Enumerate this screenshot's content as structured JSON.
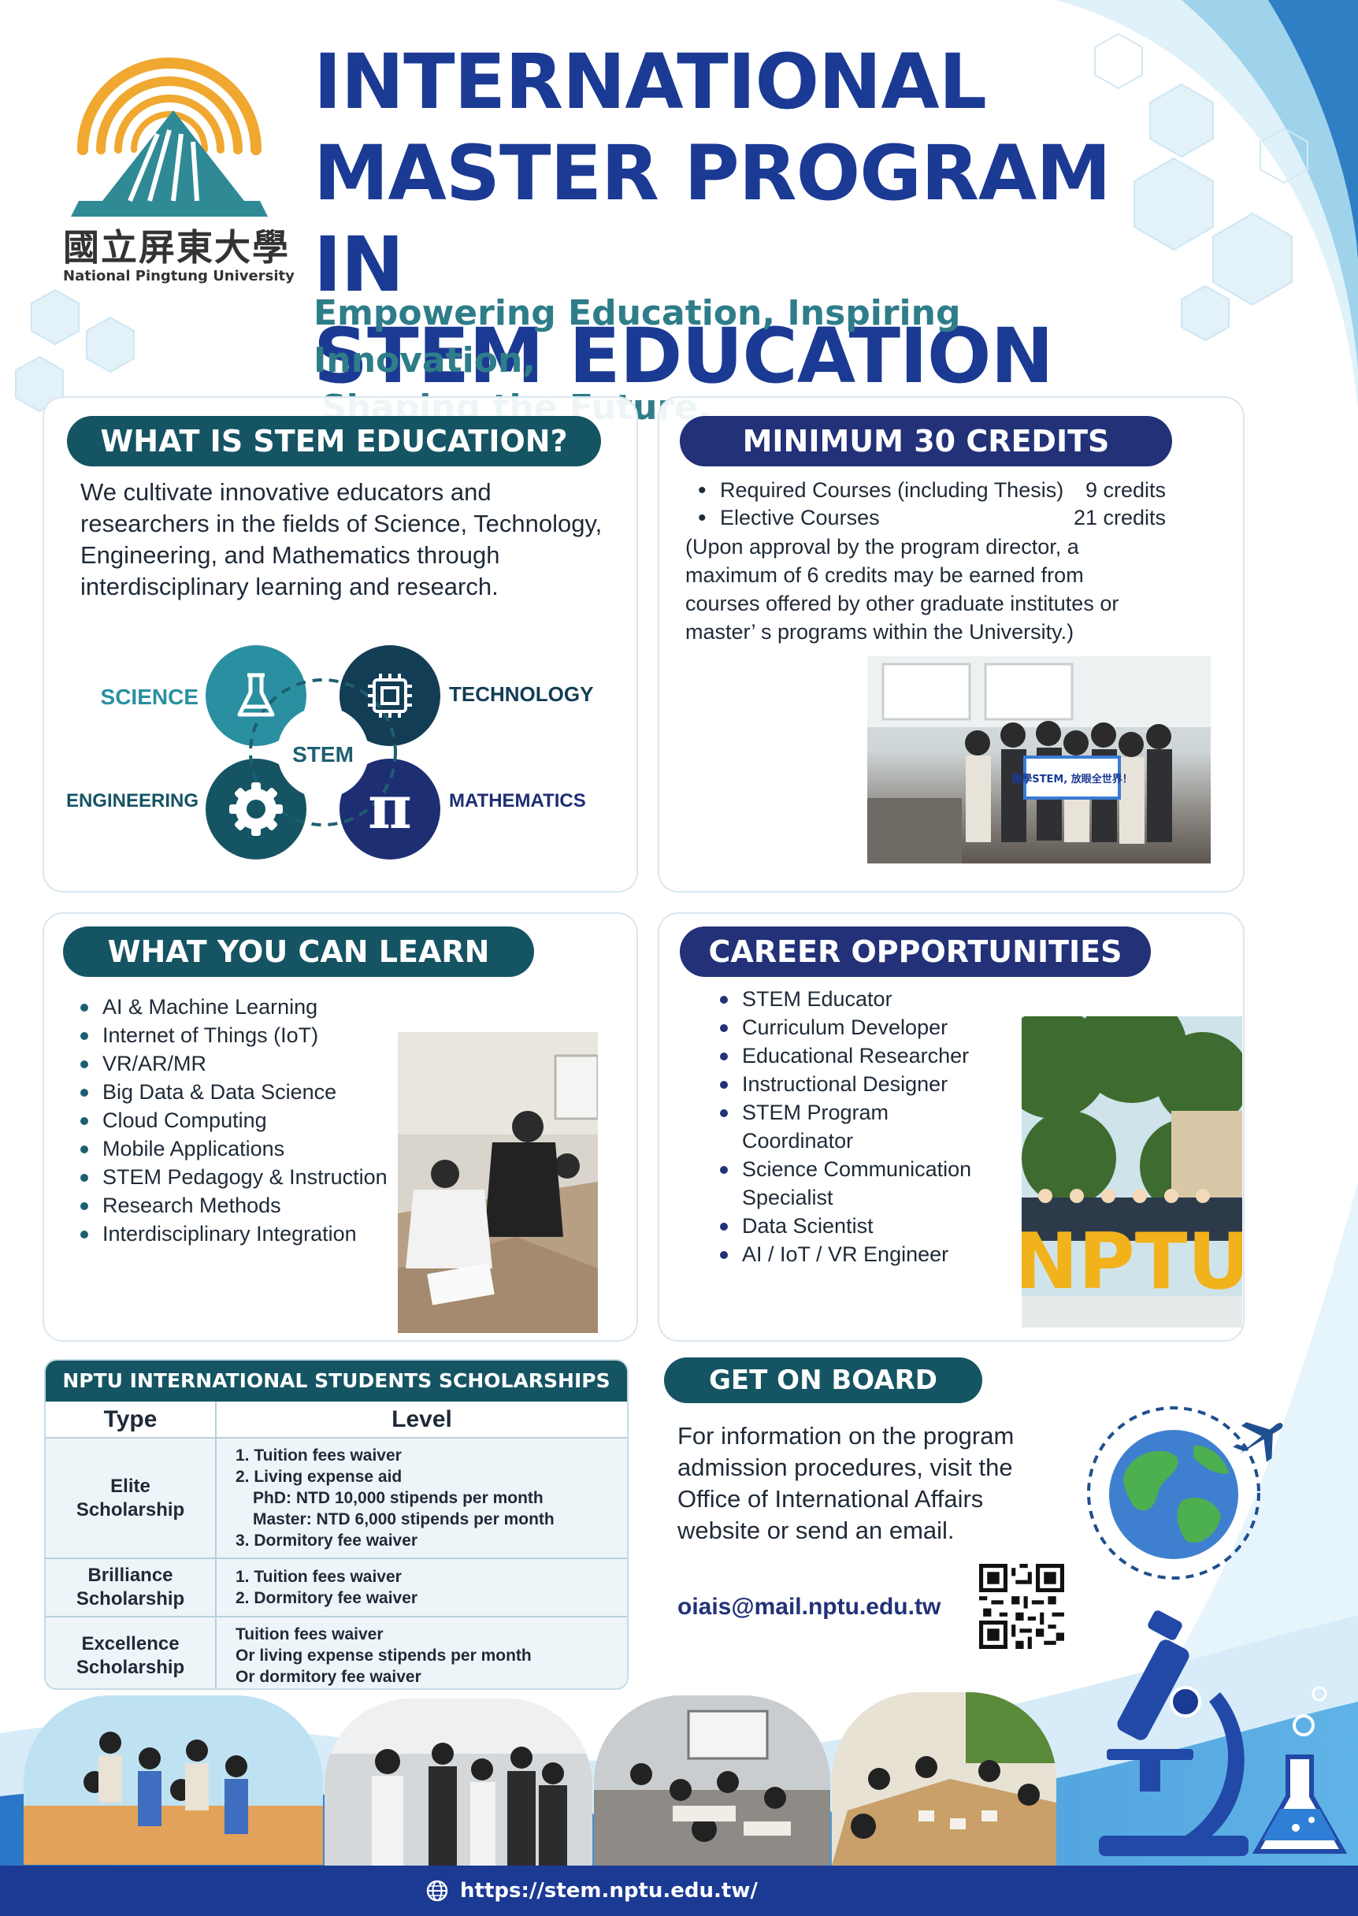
{
  "header": {
    "university_chinese": "國立屏東大學",
    "university_english": "National Pingtung University",
    "title_lines": [
      "INTERNATIONAL",
      "MASTER PROGRAM IN",
      "STEM EDUCATION"
    ],
    "subtitle_lines": [
      "Empowering Education, Inspiring Innovation,",
      "Shaping the Future."
    ]
  },
  "stem_card": {
    "heading": "WHAT IS STEM EDUCATION?",
    "description": "We cultivate innovative educators and researchers in the fields of Science, Technology, Engineering, and Mathematics through interdisciplinary learning and research.",
    "diagram": {
      "center": "STEM",
      "science": "SCIENCE",
      "technology": "TECHNOLOGY",
      "engineering": "ENGINEERING",
      "mathematics": "MATHEMATICS",
      "icons": [
        "flask-icon",
        "chip-icon",
        "gear-icon",
        "pi-icon"
      ]
    }
  },
  "credits_card": {
    "heading": "MINIMUM 30 CREDITS",
    "items": [
      {
        "label": "Required Courses (including Thesis)",
        "credits": "9 credits"
      },
      {
        "label": "Elective Courses",
        "credits": "21 credits"
      }
    ],
    "note": "(Upon approval by the program director, a maximum of 6 credits may be earned from courses offered by other graduate institutes or master’ s programs within the University.)",
    "photo_sign": "趣學STEM, 放眼全世界！"
  },
  "learn_card": {
    "heading": "WHAT YOU CAN LEARN",
    "items": [
      "AI & Machine Learning",
      "Internet of Things (IoT)",
      "VR/AR/MR",
      "Big Data & Data Science",
      "Cloud Computing",
      "Mobile Applications",
      "STEM Pedagogy & Instruction",
      "Research Methods",
      "Interdisciplinary Integration"
    ]
  },
  "career_card": {
    "heading": "CAREER OPPORTUNITIES",
    "items": [
      [
        "STEM Educator"
      ],
      [
        "Curriculum Developer"
      ],
      [
        "Educational Researcher"
      ],
      [
        "Instructional Designer"
      ],
      [
        "STEM Program",
        "Coordinator"
      ],
      [
        "Science Communication",
        "Specialist"
      ],
      [
        "Data Scientist"
      ],
      [
        "AI / IoT / VR Engineer"
      ]
    ],
    "photo_sign": "NPTU"
  },
  "scholarships": {
    "heading": "NPTU INTERNATIONAL STUDENTS SCHOLARSHIPS",
    "col_type": "Type",
    "col_level": "Level",
    "rows": [
      {
        "type": [
          "Elite",
          "Scholarship"
        ],
        "level": [
          {
            "text": "1. Tuition fees waiver",
            "indent": false
          },
          {
            "text": "2. Living expense aid",
            "indent": false
          },
          {
            "text": "PhD: NTD 10,000 stipends per month",
            "indent": true
          },
          {
            "text": "Master: NTD 6,000 stipends per month",
            "indent": true
          },
          {
            "text": "3. Dormitory fee waiver",
            "indent": false
          }
        ]
      },
      {
        "type": [
          "Brilliance",
          "Scholarship"
        ],
        "level": [
          {
            "text": "1. Tuition fees waiver",
            "indent": false
          },
          {
            "text": "2. Dormitory fee waiver",
            "indent": false
          }
        ]
      },
      {
        "type": [
          "Excellence",
          "Scholarship"
        ],
        "level": [
          {
            "text": "Tuition fees waiver",
            "indent": false
          },
          {
            "text": "Or living expense stipends per month",
            "indent": false
          },
          {
            "text": "Or dormitory fee waiver",
            "indent": false
          }
        ]
      }
    ]
  },
  "board_card": {
    "heading": "GET ON BOARD",
    "text": "For information on the program admission procedures, visit the Office of International Affairs website or send an email.",
    "email": "oiais@mail.nptu.edu.tw"
  },
  "footer": {
    "url": "https://stem.nptu.edu.tw/",
    "icon": "globe-icon"
  },
  "colors": {
    "title_blue": "#1b3a94",
    "subtitle_teal": "#2e7d89",
    "pill_teal": "#155463",
    "pill_navy": "#223178",
    "logo_orange": "#f0a830"
  }
}
